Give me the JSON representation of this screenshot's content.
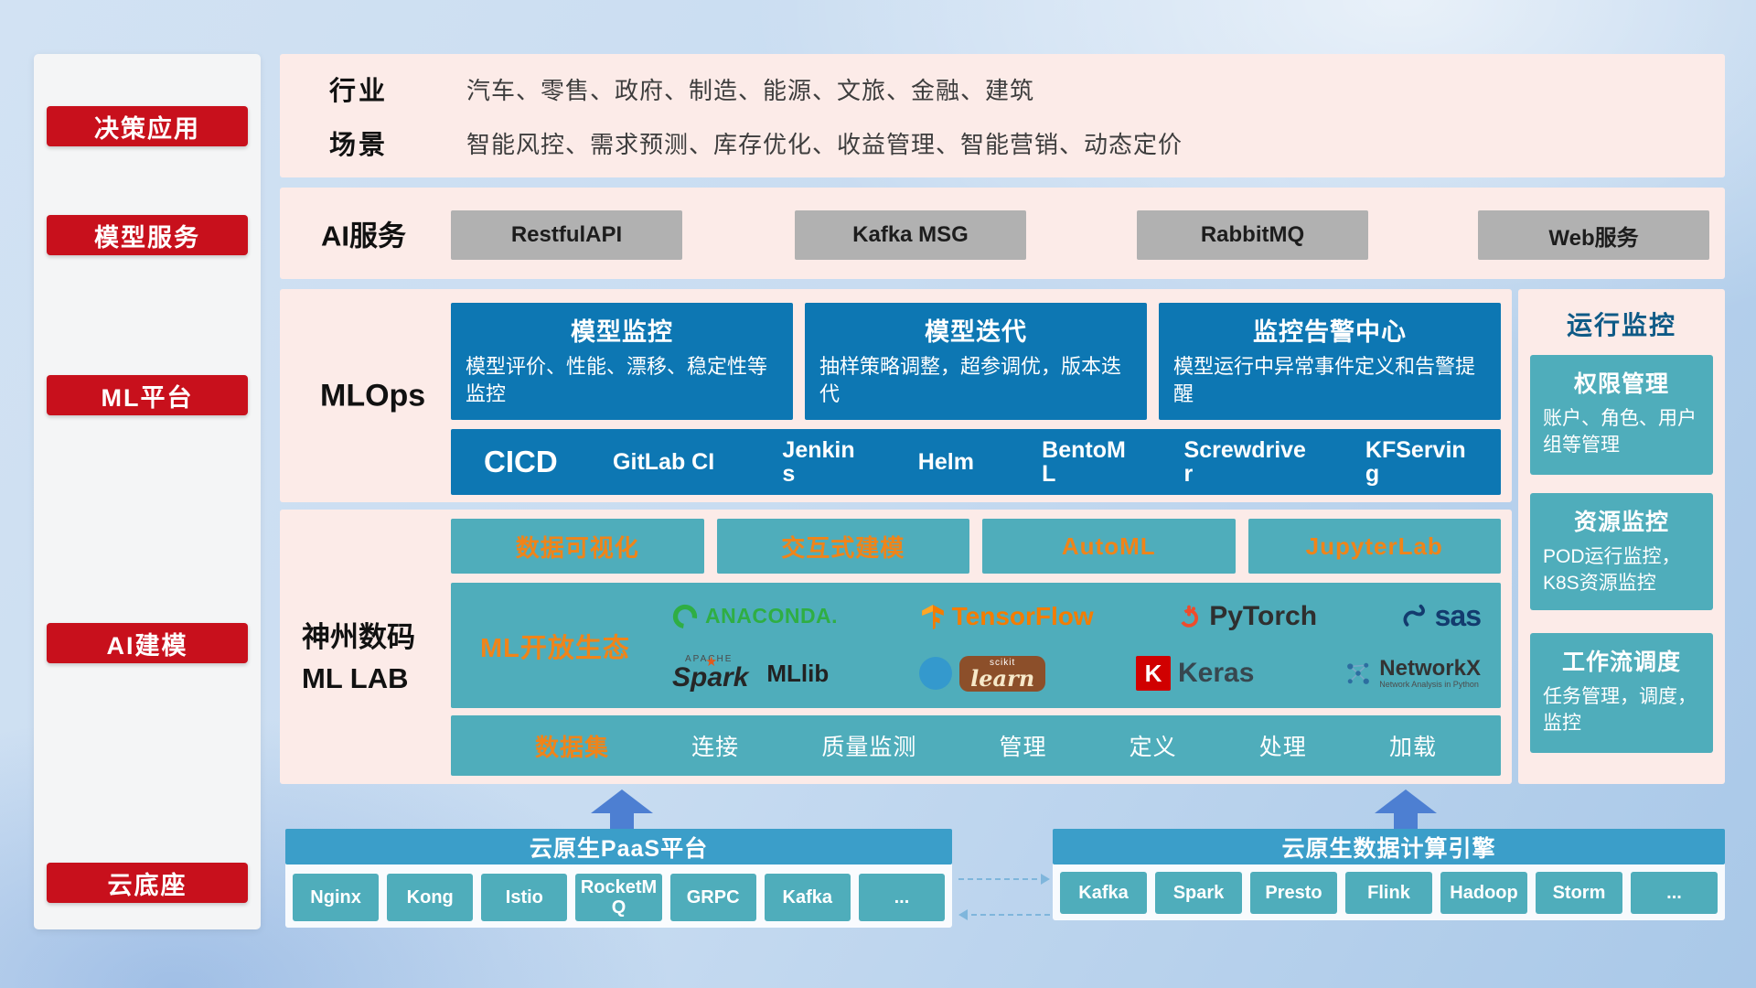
{
  "colors": {
    "red": "#c8101c",
    "blue": "#0d77b3",
    "teal": "#4fadbb",
    "orange": "#f08419",
    "pink": "#fcebe8",
    "header_blue": "#3b9ec9"
  },
  "sidebar": {
    "items": [
      {
        "label": "决策应用"
      },
      {
        "label": "模型服务"
      },
      {
        "label": "ML平台"
      },
      {
        "label": "AI建模"
      },
      {
        "label": "云底座"
      }
    ]
  },
  "industry": {
    "label": "行业",
    "text": "汽车、零售、政府、制造、能源、文旅、金融、建筑"
  },
  "scene": {
    "label": "场景",
    "text": "智能风控、需求预测、库存优化、收益管理、智能营销、动态定价"
  },
  "ai_service": {
    "label": "AI服务",
    "buttons": [
      "RestfulAPI",
      "Kafka MSG",
      "RabbitMQ",
      "Web服务"
    ]
  },
  "mlops": {
    "label": "MLOps",
    "cards": [
      {
        "title": "模型监控",
        "desc": "模型评价、性能、漂移、稳定性等监控"
      },
      {
        "title": "模型迭代",
        "desc": "抽样策略调整，超参调优，版本迭代"
      },
      {
        "title": "监控告警中心",
        "desc": "模型运行中异常事件定义和告警提醒"
      }
    ],
    "cicd_label": "CICD",
    "cicd_items": [
      "GitLab CI",
      "Jenkins",
      "Helm",
      "BentoML",
      "Screwdriver",
      "KFServing"
    ]
  },
  "mllab": {
    "label_line1": "神州数码",
    "label_line2": "ML LAB",
    "tools": [
      "数据可视化",
      "交互式建模",
      "AutoML",
      "JupyterLab"
    ],
    "ecosystem": {
      "label": "ML开放生态",
      "anaconda": "ANACONDA.",
      "tensorflow": "TensorFlow",
      "pytorch": "PyTorch",
      "sas": "sas",
      "apache": "APACHE",
      "spark": "Spark",
      "mllib": "MLlib",
      "scikit_top": "scikit",
      "scikit_main": "learn",
      "keras_letter": "K",
      "keras": "Keras",
      "networkx": "NetworkX",
      "networkx_sub": "Network Analysis in Python"
    },
    "dataset": {
      "label": "数据集",
      "items": [
        "连接",
        "质量监测",
        "管理",
        "定义",
        "处理",
        "加载"
      ]
    }
  },
  "monitoring": {
    "title": "运行监控",
    "cards": [
      {
        "title": "权限管理",
        "desc": "账户、角色、用户组等管理"
      },
      {
        "title": "资源监控",
        "desc": "POD运行监控，K8S资源监控"
      },
      {
        "title": "工作流调度",
        "desc": "任务管理，调度，监控"
      }
    ]
  },
  "cloud": {
    "paas_title": "云原生PaaS平台",
    "paas_items": [
      "Nginx",
      "Kong",
      "Istio",
      "RocketMQ",
      "GRPC",
      "Kafka",
      "..."
    ],
    "engine_title": "云原生数据计算引擎",
    "engine_items": [
      "Kafka",
      "Spark",
      "Presto",
      "Flink",
      "Hadoop",
      "Storm",
      "..."
    ]
  }
}
